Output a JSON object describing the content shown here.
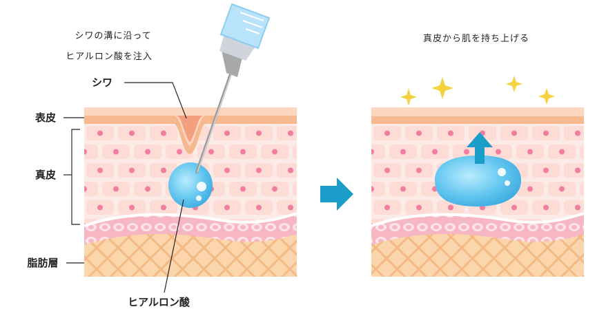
{
  "left_panel": {
    "caption_line1": "シワの溝に沿って",
    "caption_line2": "ヒアルロン酸を注入",
    "wrinkle_label": "シワ",
    "epidermis_label": "表皮",
    "dermis_label": "真皮",
    "fat_label": "脂肪層",
    "hyaluronic_label": "ヒアルロン酸"
  },
  "right_panel": {
    "caption": "真皮から肌を持ち上げる"
  },
  "colors": {
    "epidermis": "#f7c39c",
    "cell_bg": "#fde7e3",
    "cell_nucleus": "#f07ea0",
    "fat_layer": "#fbd7b2",
    "membrane": "#f5a8b8",
    "hyaluronic": "#5bbfe8",
    "arrow": "#1a9ec9"
  },
  "icons": {
    "syringe": "syringe-icon",
    "transition_arrow": "right-arrow-icon",
    "lift_arrow": "up-arrow-icon",
    "sparkle": "sparkle-icon"
  }
}
